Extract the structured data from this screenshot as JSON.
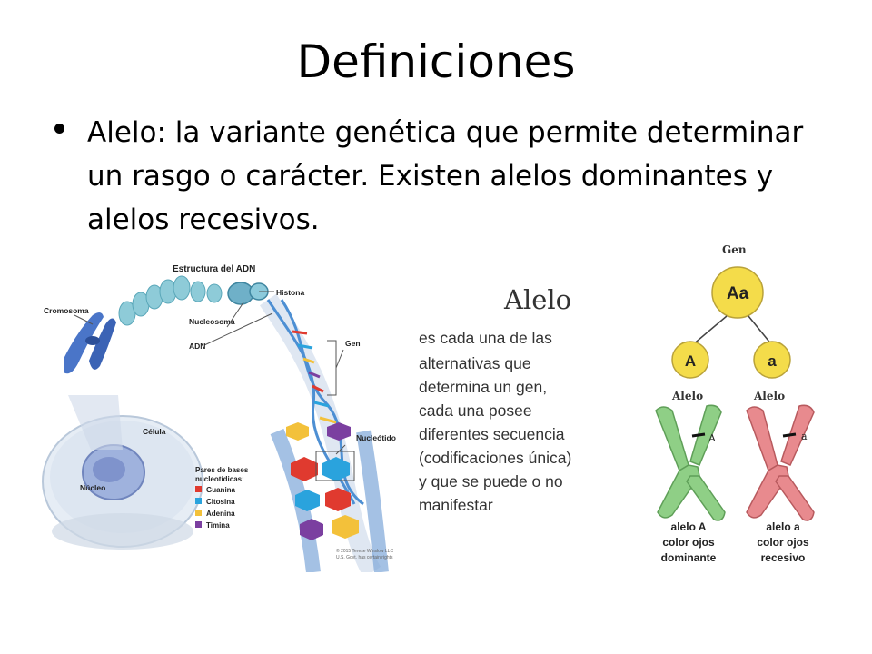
{
  "slide": {
    "title": "Definiciones",
    "bullet": "Alelo: la variante genética que permite determinar un rasgo o carácter. Existen alelos dominantes y alelos recesivos."
  },
  "dna_figure": {
    "title": "Estructura del ADN",
    "labels": {
      "cromosoma": "Cromosoma",
      "histona": "Histona",
      "nucleosoma": "Nucleosoma",
      "adn": "ADN",
      "gen": "Gen",
      "celula": "Célula",
      "nucleo": "Núcleo",
      "nucleotido": "Nucleótido"
    },
    "legend_title": [
      "Pares de bases",
      "nucleotídicas:"
    ],
    "legend": [
      {
        "label": "Guanina",
        "color": "#e03a2f"
      },
      {
        "label": "Citosina",
        "color": "#2aa3dd"
      },
      {
        "label": "Adenina",
        "color": "#f3c13a"
      },
      {
        "label": "Timina",
        "color": "#7b3fa0"
      }
    ],
    "credit": [
      "© 2015 Terese Winslow LLC",
      "U.S. Govt. has certain rights"
    ]
  },
  "alelo_text": {
    "heading": "Alelo",
    "lines": [
      "es cada una de las",
      "alternativas que",
      "determina un gen,",
      "cada una posee",
      "diferentes secuencia",
      "(codificaciones única)",
      "y que se puede o no",
      "manifestar"
    ]
  },
  "gene_figure": {
    "gen_label": "Gen",
    "genotype": "Aa",
    "allele_dominant": "A",
    "allele_recessive": "a",
    "allele_label": "Alelo",
    "marker_dominant": "A",
    "marker_recessive": "a",
    "caption_dominant": [
      "alelo A",
      "color ojos",
      "dominante"
    ],
    "caption_recessive": [
      "alelo a",
      "color ojos",
      "recesivo"
    ],
    "colors": {
      "dominant": "#8fcf86",
      "recessive": "#e88a8e",
      "circle": "#f4dc4a"
    }
  }
}
